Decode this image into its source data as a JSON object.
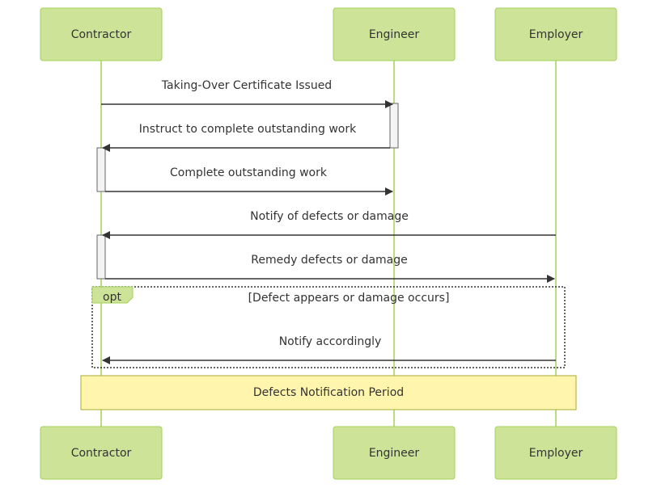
{
  "actors": [
    "Contractor",
    "Engineer",
    "Employer"
  ],
  "messages": [
    {
      "from": 0,
      "to": 1,
      "label": "Taking-Over Certificate Issued"
    },
    {
      "from": 1,
      "to": 0,
      "label": "Instruct to complete outstanding work"
    },
    {
      "from": 0,
      "to": 1,
      "label": "Complete outstanding work"
    },
    {
      "from": 2,
      "to": 0,
      "label": "Notify of defects or damage"
    },
    {
      "from": 0,
      "to": 2,
      "label": "Remedy defects or damage"
    },
    {
      "from": 2,
      "to": 0,
      "label": "Notify accordingly"
    }
  ],
  "opt_block": {
    "tag": "opt",
    "condition": "[Defect appears or damage occurs]"
  },
  "note": {
    "text": "Defects Notification Period"
  },
  "colors": {
    "actor_fill": "#cde498",
    "actor_border": "#a3d15a",
    "note_fill": "#fff5ad",
    "line": "#333333"
  }
}
